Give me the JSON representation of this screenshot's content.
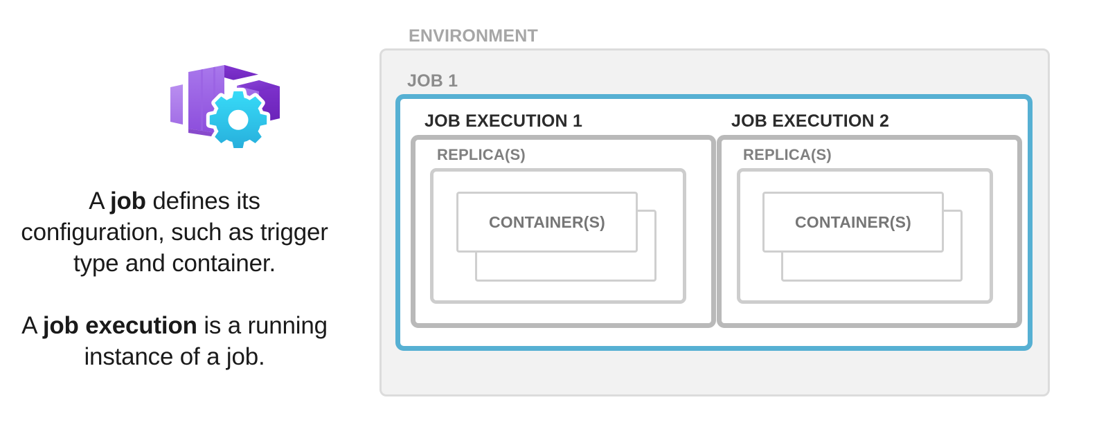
{
  "left": {
    "icon": {
      "name": "container-app-gear-icon",
      "colors": {
        "cube_light": "#b07ce8",
        "cube_mid": "#9a5bdf",
        "cube_dark": "#7a33c9",
        "gear_light": "#32d4f5",
        "gear_dark": "#2bb5e0"
      }
    },
    "captions": [
      {
        "id": "job-definition",
        "segments": [
          {
            "text": "A ",
            "bold": false
          },
          {
            "text": "job",
            "bold": true
          },
          {
            "text": " defines its configuration, such as trigger type and container.",
            "bold": false
          }
        ]
      },
      {
        "id": "job-execution-definition",
        "segments": [
          {
            "text": "A ",
            "bold": false
          },
          {
            "text": "job execution",
            "bold": true
          },
          {
            "text": " is a running instance of a job.",
            "bold": false
          }
        ]
      }
    ]
  },
  "diagram": {
    "environment": {
      "label": "ENVIRONMENT",
      "label_color": "#a6a6a6",
      "fill": "#f2f2f2",
      "border_color": "#dcdcdc"
    },
    "job": {
      "label": "JOB 1",
      "label_color": "#8c8c8c",
      "border_color": "#56b0d3",
      "fill": "#ffffff"
    },
    "executions": [
      {
        "label": "JOB EXECUTION 1",
        "label_color": "#2b2b2b",
        "border_color": "#b9b9b9",
        "replica": {
          "label": "REPLICA(S)",
          "label_color": "#7f7f7f",
          "border_color": "#cdcdcd"
        },
        "container": {
          "label": "CONTAINER(S)",
          "label_color": "#767676",
          "border_color": "#cfcfcf",
          "stacked": true
        }
      },
      {
        "label": "JOB EXECUTION 2",
        "label_color": "#2b2b2b",
        "border_color": "#b9b9b9",
        "replica": {
          "label": "REPLICA(S)",
          "label_color": "#7f7f7f",
          "border_color": "#cdcdcd"
        },
        "container": {
          "label": "CONTAINER(S)",
          "label_color": "#767676",
          "border_color": "#cfcfcf",
          "stacked": true
        }
      }
    ]
  }
}
